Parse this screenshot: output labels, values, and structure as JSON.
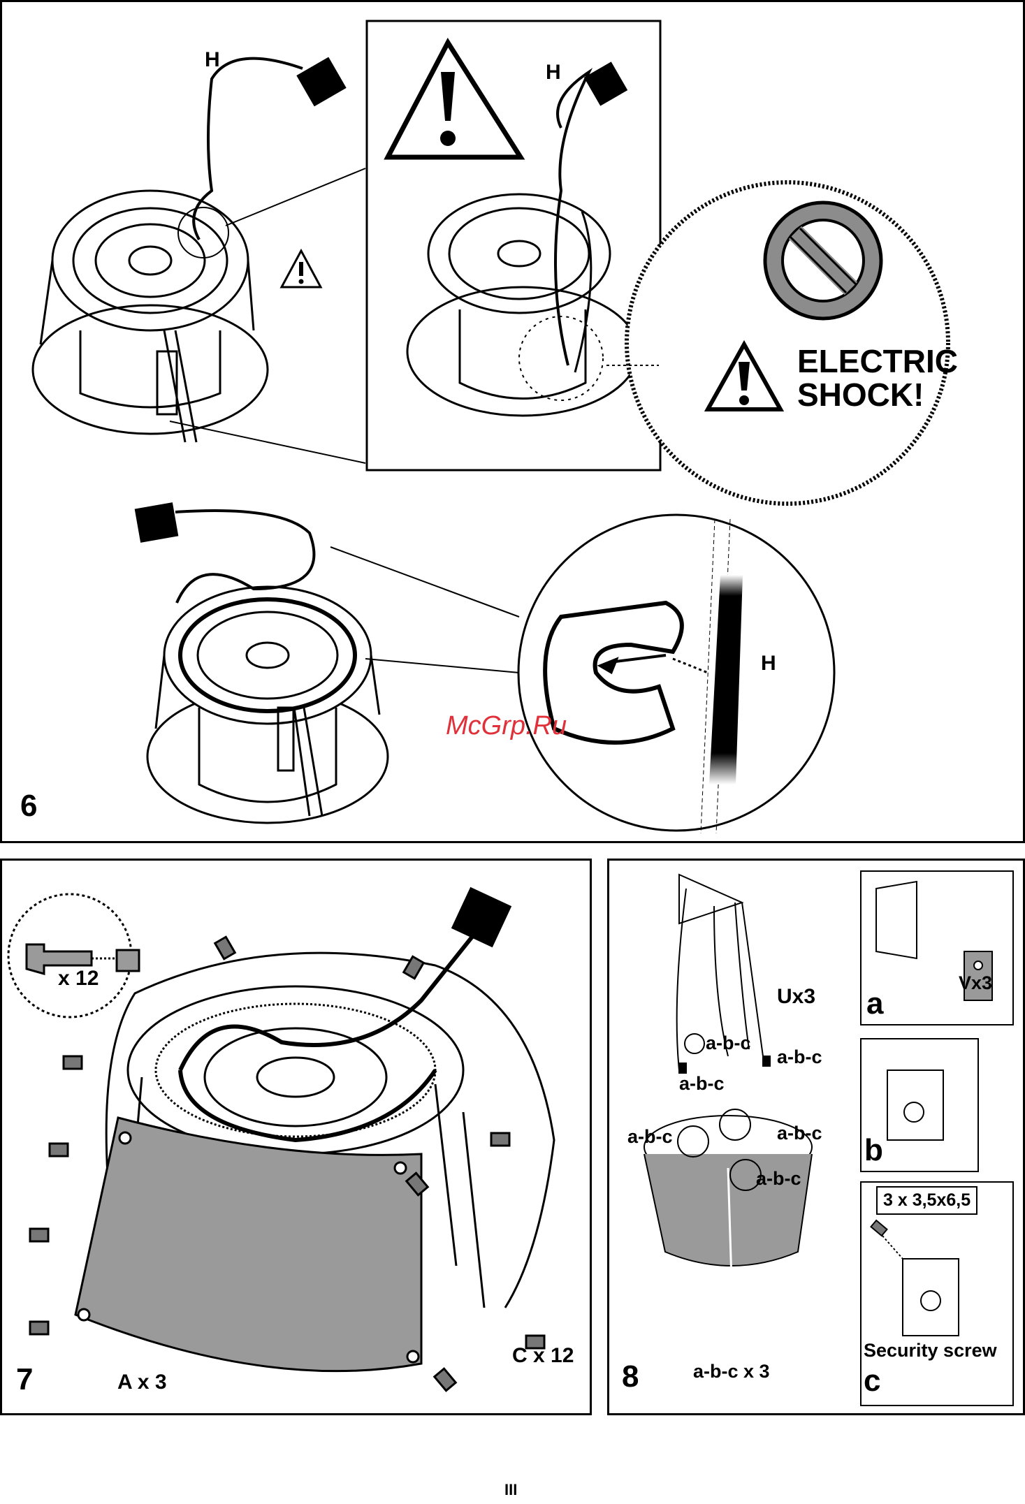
{
  "panel6": {
    "step": "6",
    "cable_label": "H",
    "inset_cable_label": "H",
    "detail_cable_label": "H",
    "warning_line1": "ELECTRIC",
    "warning_line2": "SHOCK!"
  },
  "watermark": "McGrp.Ru",
  "panel7": {
    "step": "7",
    "screw_count": "x 12",
    "part_a": "A x 3",
    "part_c": "C x 12"
  },
  "panel8": {
    "step": "8",
    "hanger_label": "Ux3",
    "abc_1": "a-b-c",
    "abc_2": "a-b-c",
    "abc_3": "a-b-c",
    "abc_4": "a-b-c",
    "abc_5": "a-b-c",
    "abc_6": "a-b-c",
    "abc_total": "a-b-c x 3",
    "sub_a": "a",
    "sub_a_label": "Vx3",
    "sub_b": "b",
    "sub_c": "c",
    "screw_spec": "3 x 3,5x6,5",
    "security_screw": "Security screw"
  },
  "page_number": "III",
  "colors": {
    "line": "#000000",
    "panel_fill": "#9a9a9a",
    "sign_fill": "#8c8c8c",
    "watermark": "#e0303a"
  }
}
